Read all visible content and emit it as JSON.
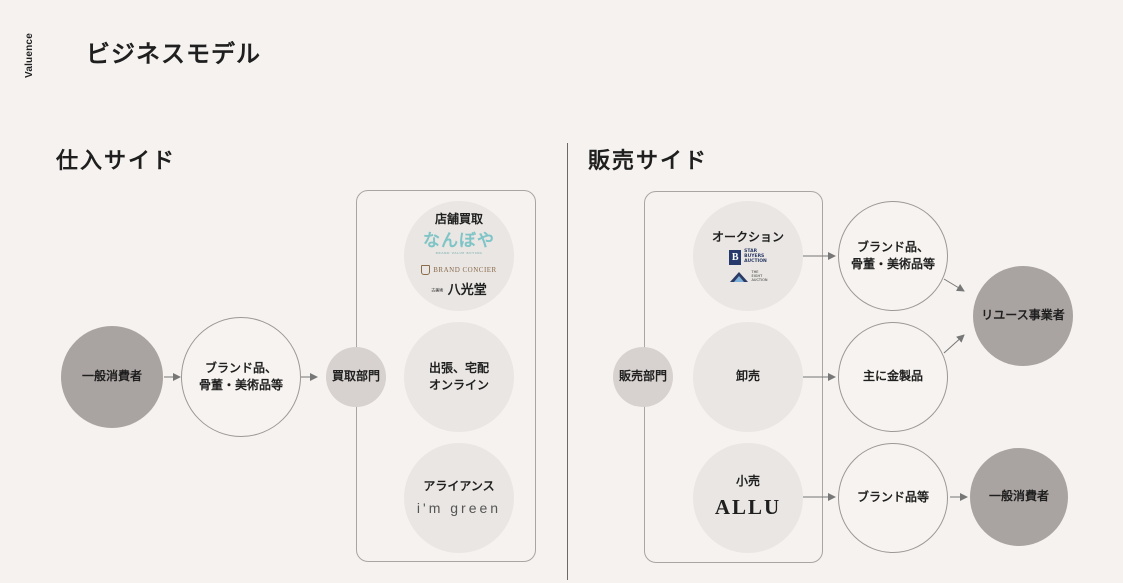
{
  "header": {
    "brand_vertical": "Valuence",
    "title": "ビジネスモデル"
  },
  "left_section": {
    "title": "仕入サイド",
    "consumer": "一般消費者",
    "goods_line1": "ブランド品、",
    "goods_line2": "骨董・美術品等",
    "dept": "買取部門",
    "store": {
      "label": "店舗買取",
      "logo_nanboya": "なんぼや",
      "logo_nanboya_sub": "BRAND VALUE BUYING",
      "logo_brand": "BRAND CONCIER",
      "logo_hakko": "八光堂",
      "logo_hakko_pre": "古美術"
    },
    "visit_line1": "出張、宅配",
    "visit_line2": "オンライン",
    "alliance": {
      "label": "アライアンス",
      "logo": "i'm green"
    }
  },
  "right_section": {
    "title": "販売サイド",
    "dept": "販売部門",
    "auction": {
      "label": "オークション",
      "sba_mark": "B",
      "sba_text": [
        "STAR",
        "BUYERS",
        "AUCTION"
      ],
      "tea_text": [
        "THE",
        "EIGHT",
        "AUCTION"
      ]
    },
    "wholesale": "卸売",
    "retail": {
      "label": "小売",
      "logo": "ALLU"
    },
    "out_goods_line1": "ブランド品、",
    "out_goods_line2": "骨董・美術品等",
    "out_metal": "主に金製品",
    "out_brand": "ブランド品等",
    "reuse": "リユース事業者",
    "consumer2": "一般消費者"
  }
}
